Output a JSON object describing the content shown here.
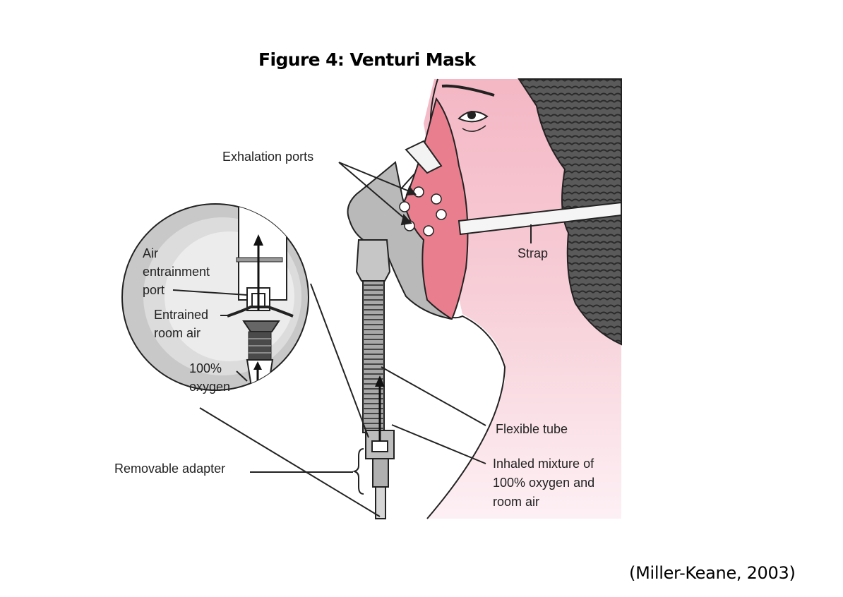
{
  "title": "Figure 4: Venturi Mask",
  "citation": "(Miller-Keane, 2003)",
  "labels": {
    "exhalation_ports": "Exhalation ports",
    "strap": "Strap",
    "air_port": [
      "Air",
      "entrainment",
      "port"
    ],
    "entrained_air": [
      "Entrained",
      "room air"
    ],
    "oxygen": [
      "100%",
      "oxygen"
    ],
    "flexible_tube": "Flexible tube",
    "inhaled_mixture": [
      "Inhaled mixture of",
      "100% oxygen and",
      "room air"
    ],
    "removable_adapter": "Removable adapter"
  },
  "colors": {
    "skin": "#f5c6cf",
    "skin_light": "#fbe3ea",
    "mask": "#e97f8e",
    "nose_piece": "#b9b9b9",
    "hair": "#4a4a4a",
    "inset_ring": "#c8c8c8",
    "inset_inner": "#e3e3e3"
  }
}
